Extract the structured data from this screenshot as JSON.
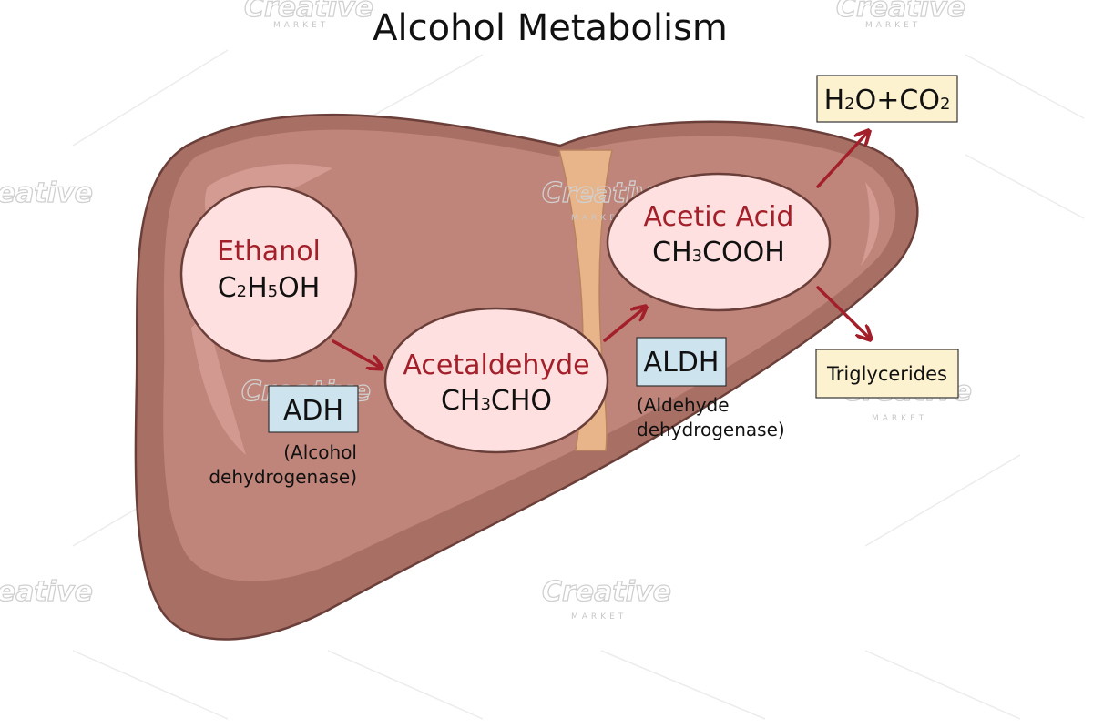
{
  "title": "Alcohol Metabolism",
  "colors": {
    "liver_fill": "#c0857a",
    "liver_dark": "#a86f64",
    "liver_light": "#d49b93",
    "liver_outline": "#6b3f39",
    "ligament": "#e8b48a",
    "node_fill": "#fde0df",
    "name_text": "#a3202b",
    "arrow": "#a3202b",
    "enzyme_box": "#cde4ef",
    "product_box": "#fdf2d0",
    "watermark": "#d0d0d0"
  },
  "nodes": {
    "ethanol": {
      "name": "Ethanol",
      "formula": {
        "a": "C",
        "s1": "2",
        "b": "H",
        "s2": "5",
        "c": "OH"
      }
    },
    "acetaldehyde": {
      "name": "Acetaldehyde",
      "formula": {
        "a": "CH",
        "s1": "3",
        "b": "CHO"
      }
    },
    "acetic_acid": {
      "name": "Acetic Acid",
      "formula": {
        "a": "CH",
        "s1": "3",
        "b": "COOH"
      }
    }
  },
  "enzymes": {
    "adh": {
      "label": "ADH",
      "caption_line1": "(Alcohol",
      "caption_line2": "dehydrogenase)"
    },
    "aldh": {
      "label": "ALDH",
      "caption_line1": "(Aldehyde",
      "caption_line2": "dehydrogenase)"
    }
  },
  "products": {
    "water_co2": {
      "a": "H",
      "s1": "2",
      "b": "O+CO",
      "s2": "2"
    },
    "triglycerides": {
      "label": "Triglycerides"
    }
  },
  "watermark": {
    "brand": "Creative",
    "sub": "MARKET"
  }
}
